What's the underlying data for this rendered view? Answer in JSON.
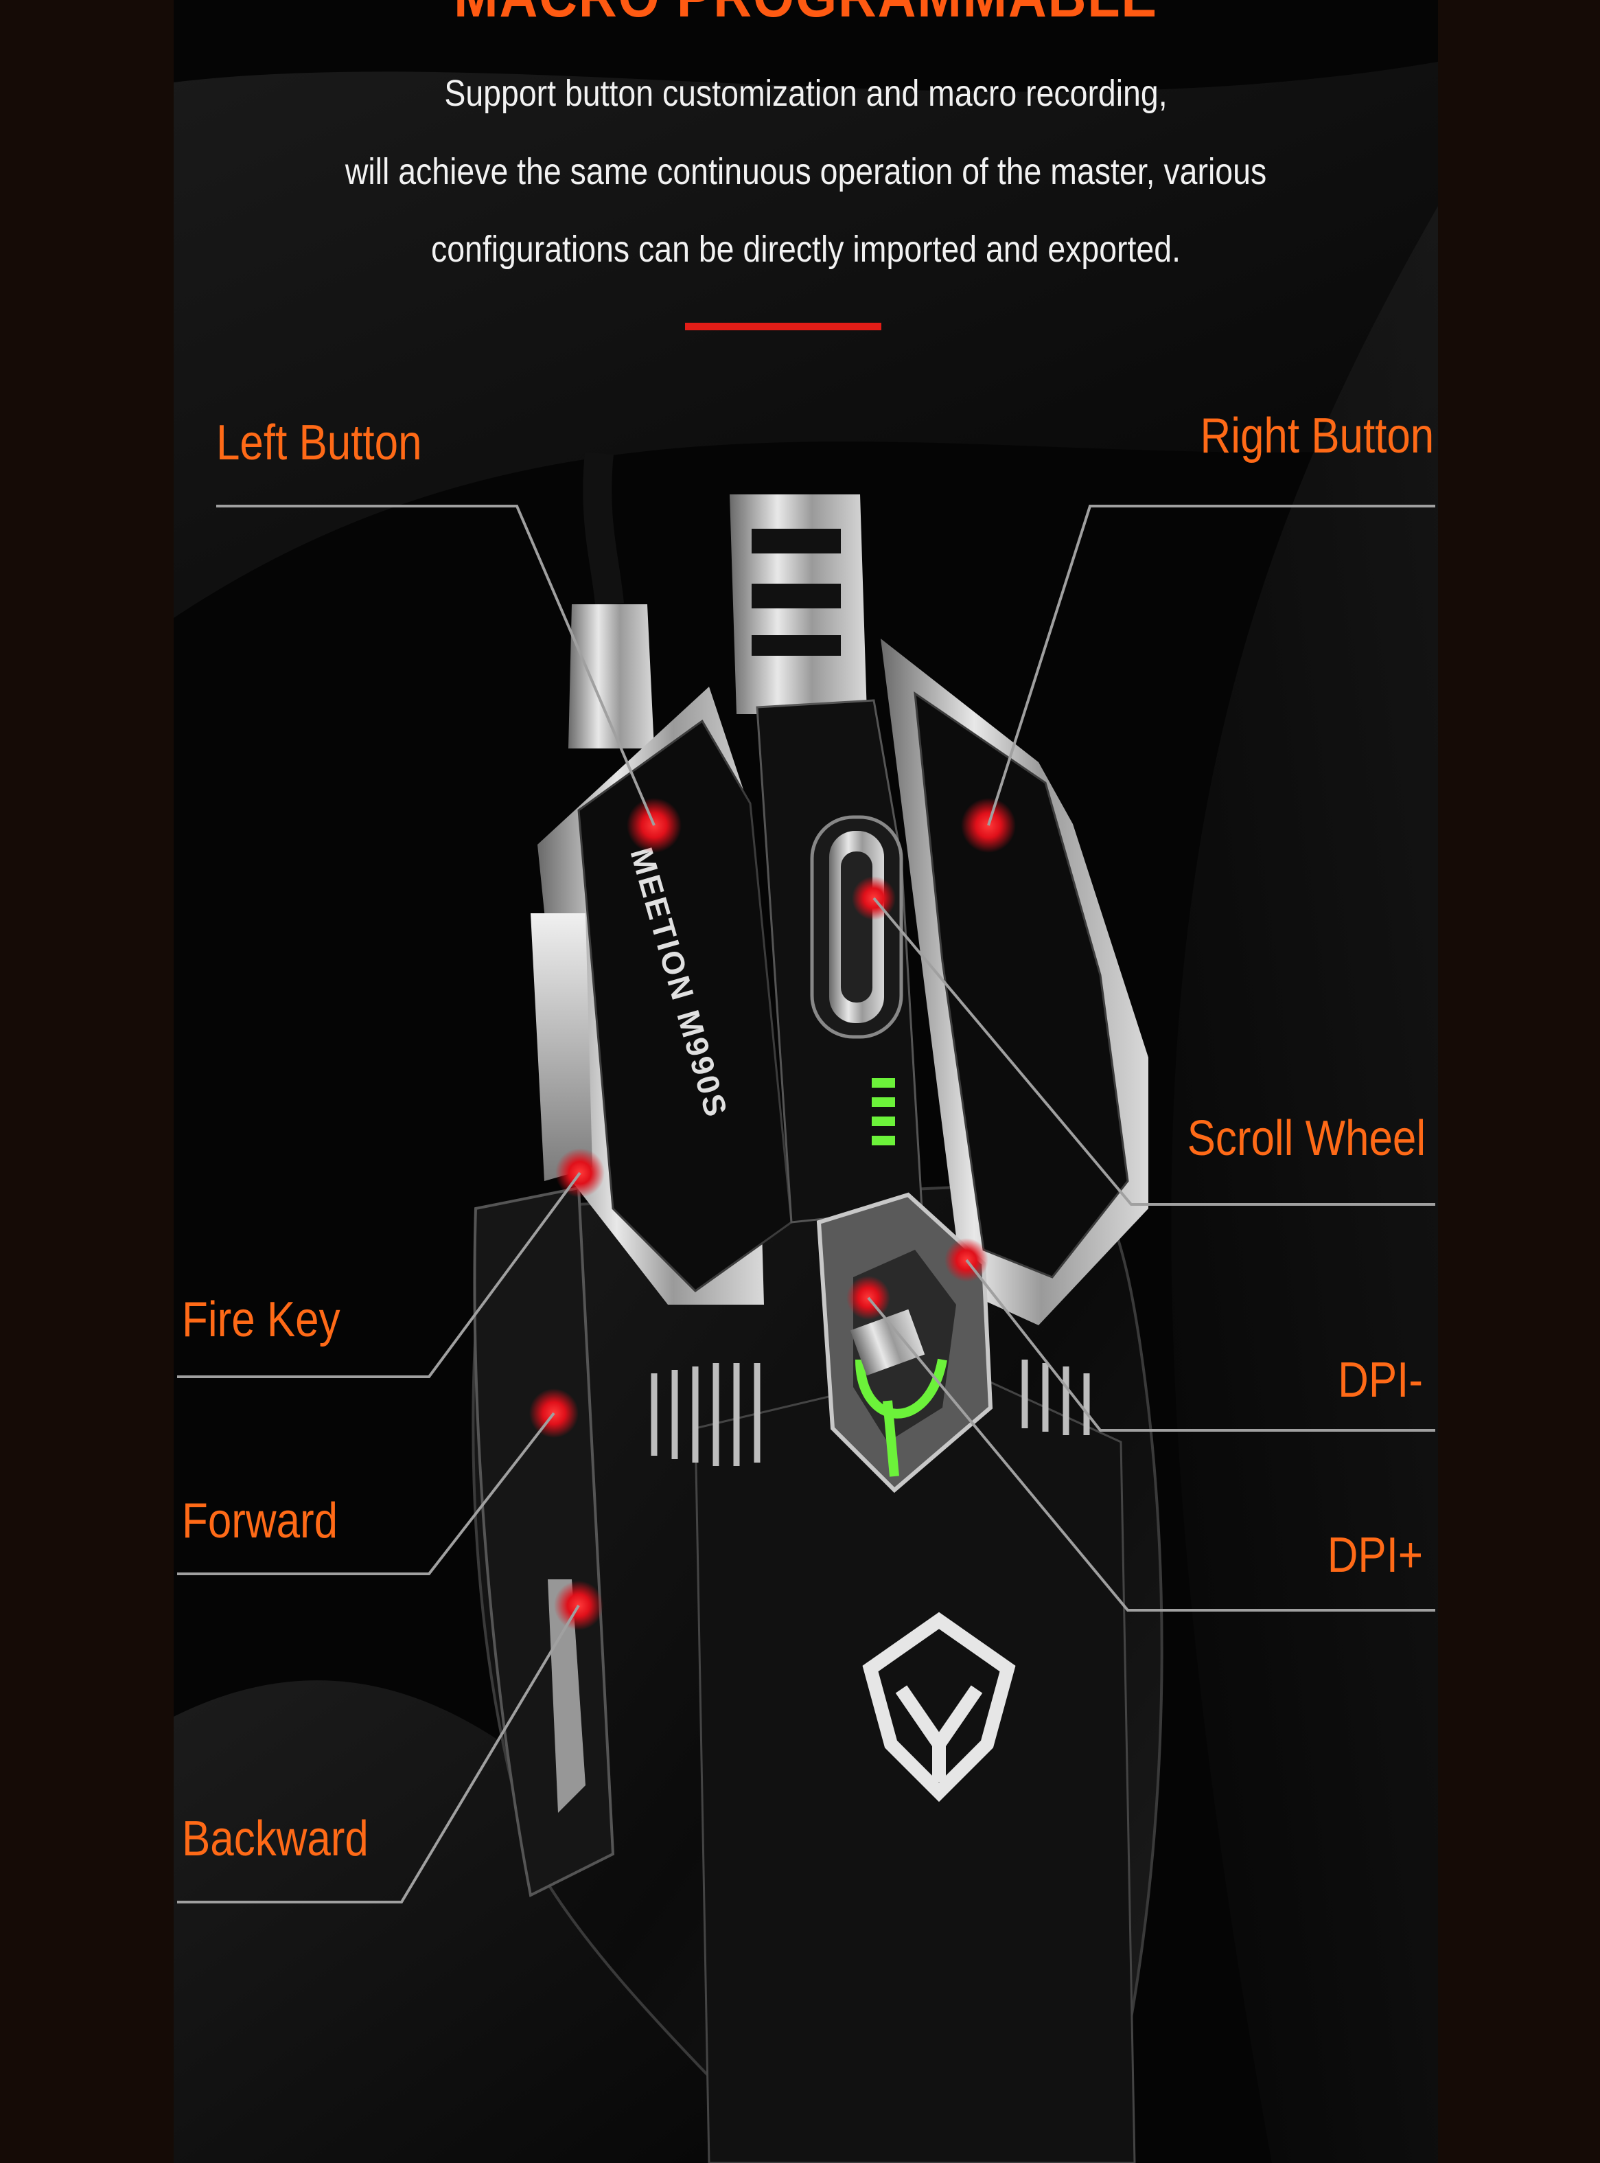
{
  "banner": {
    "heading": "MACRO PROGRAMMABLE",
    "description_lines": [
      "Support button customization and macro recording,",
      "will achieve the same continuous operation of the master, various",
      "configurations can be directly imported and exported."
    ],
    "accent_color": "#e21d17",
    "label_color": "#ff6a17"
  },
  "product": {
    "model_text": "MEETION M990S",
    "logo": "meetion-logo-icon",
    "dpi_indicator_color": "#6cf23a"
  },
  "callouts": {
    "left_button": "Left Button",
    "right_button": "Right Button",
    "scroll_wheel": "Scroll Wheel",
    "fire_key": "Fire Key",
    "dpi_minus": "DPI-",
    "forward": "Forward",
    "dpi_plus": "DPI+",
    "backward": "Backward"
  }
}
